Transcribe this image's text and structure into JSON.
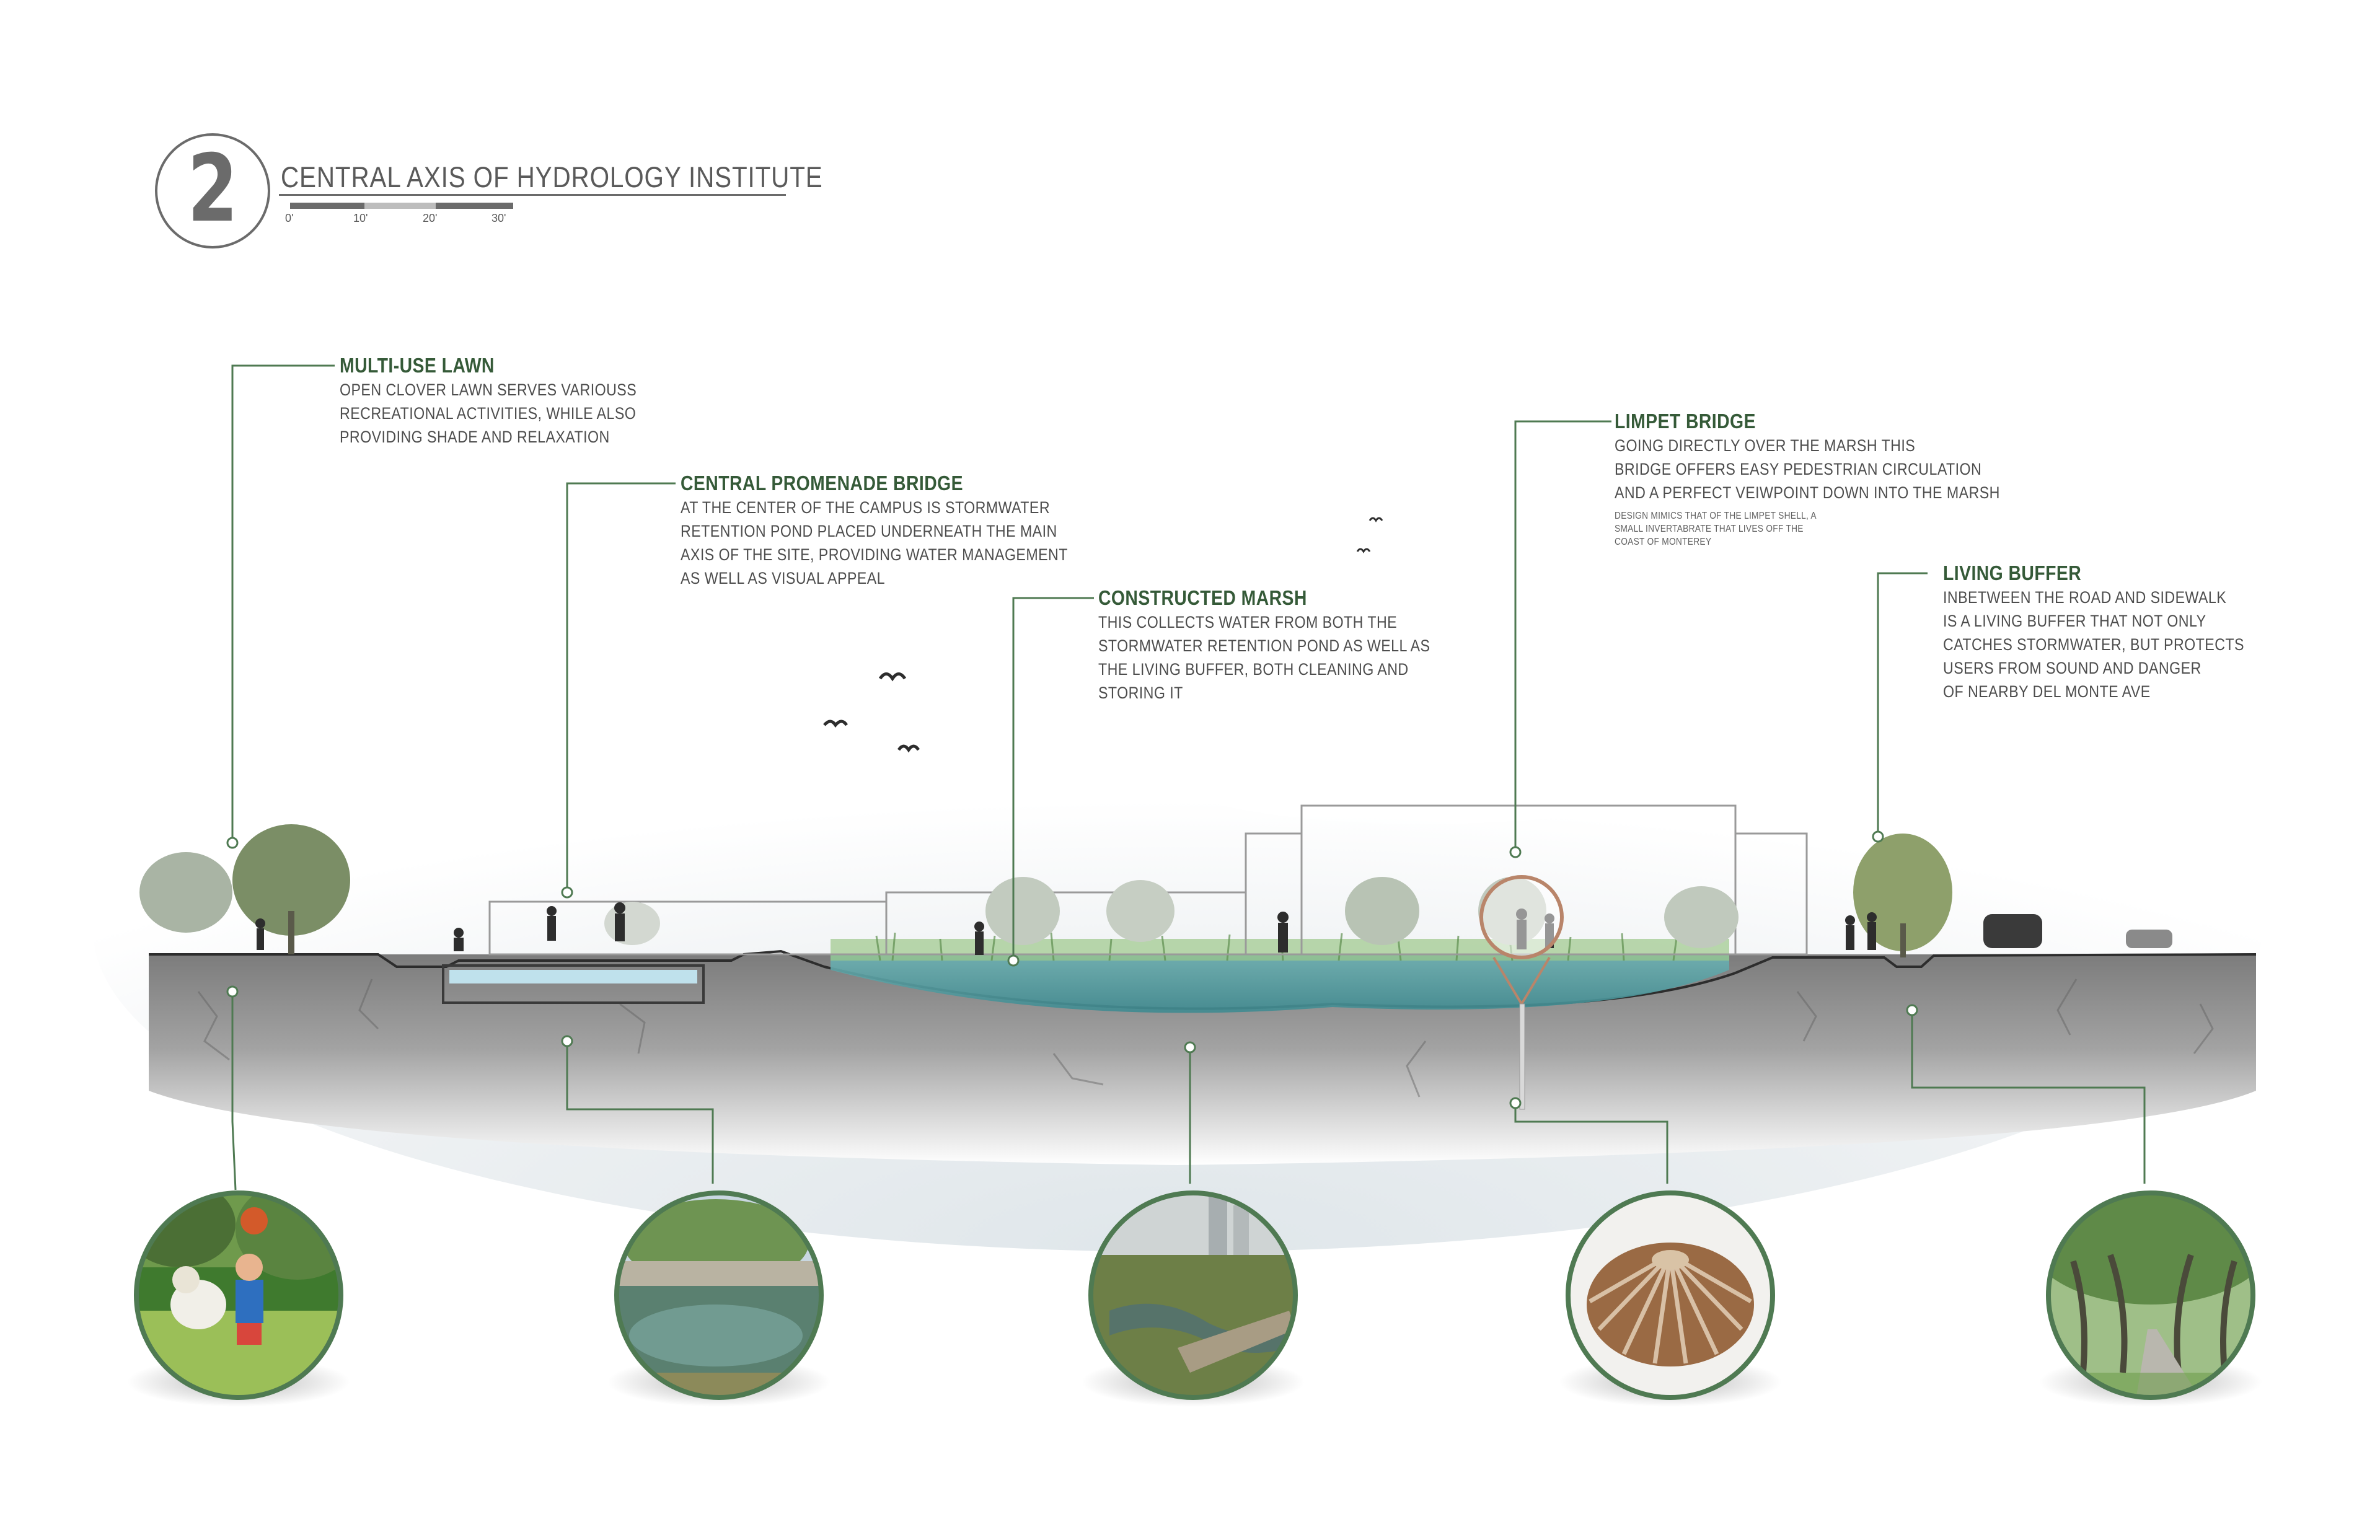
{
  "header": {
    "section_number": "2",
    "title": "CENTRAL AXIS OF HYDROLOGY INSTITUTE",
    "scale_labels": [
      "0'",
      "10'",
      "20'",
      "30'"
    ]
  },
  "callouts": {
    "multi_use_lawn": {
      "title": "MULTI-USE LAWN",
      "lines": [
        "OPEN CLOVER LAWN SERVES VARIOUSS",
        "RECREATIONAL ACTIVITIES, WHILE ALSO",
        "PROVIDING SHADE AND RELAXATION"
      ]
    },
    "central_promenade_bridge": {
      "title": "CENTRAL PROMENADE BRIDGE",
      "lines": [
        "AT THE CENTER OF THE CAMPUS IS STORMWATER",
        "RETENTION POND PLACED UNDERNEATH THE MAIN",
        "AXIS OF THE SITE, PROVIDING WATER MANAGEMENT",
        "AS WELL AS VISUAL APPEAL"
      ]
    },
    "constructed_marsh": {
      "title": "CONSTRUCTED MARSH",
      "lines": [
        "THIS COLLECTS WATER FROM BOTH THE",
        "STORMWATER RETENTION POND AS WELL AS",
        "THE LIVING BUFFER, BOTH CLEANING AND",
        "STORING IT"
      ]
    },
    "limpet_bridge": {
      "title": "LIMPET BRIDGE",
      "lines": [
        "GOING DIRECTLY OVER THE MARSH THIS",
        "BRIDGE OFFERS EASY PEDESTRIAN CIRCULATION",
        "AND A PERFECT VEIWPOINT DOWN INTO THE MARSH"
      ],
      "small_lines": [
        "DESIGN MIMICS THAT OF THE LIMPET SHELL, A",
        "SMALL INVERTABRATE THAT LIVES OFF THE",
        "COAST OF MONTEREY"
      ]
    },
    "living_buffer": {
      "title": "LIVING BUFFER",
      "lines": [
        "INBETWEEN THE ROAD AND SIDEWALK",
        "IS A LIVING BUFFER THAT NOT ONLY",
        "CATCHES STORMWATER, BUT PROTECTS",
        "USERS FROM SOUND AND DANGER",
        "OF NEARBY DEL MONTE AVE"
      ]
    }
  },
  "colors": {
    "accent_green": "#355a38",
    "leader_green": "#4f7a52",
    "text_gray": "#4d4d4d",
    "soil_gray": "#8a8a8a",
    "water_teal": "#4f9aa0",
    "marsh_green": "#7fae6a"
  },
  "photos": [
    {
      "name": "photo-lawn-child-dog",
      "subject": "child playing ball with dog on lawn"
    },
    {
      "name": "photo-retention-pond",
      "subject": "stormwater retention pond"
    },
    {
      "name": "photo-constructed-marsh",
      "subject": "constructed marsh with boardwalk"
    },
    {
      "name": "photo-limpet-shell",
      "subject": "limpet shell"
    },
    {
      "name": "photo-tree-lined-sidewalk",
      "subject": "tree-lined sidewalk buffer"
    }
  ]
}
